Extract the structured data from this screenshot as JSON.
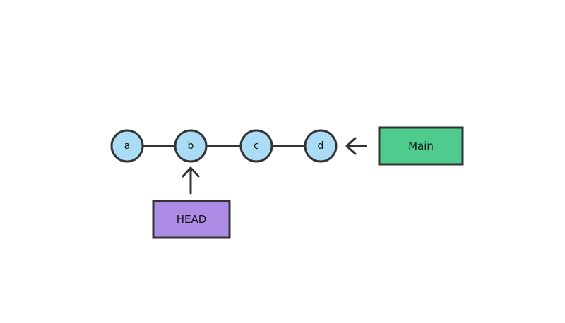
{
  "diagram": {
    "type": "git-commit-graph",
    "nodes": [
      {
        "label": "a"
      },
      {
        "label": "b"
      },
      {
        "label": "c"
      },
      {
        "label": "d"
      }
    ],
    "branch_box": {
      "label": "Main",
      "points_to": "d"
    },
    "head_box": {
      "label": "HEAD",
      "points_to": "b"
    }
  },
  "colors": {
    "background": "#ffffff",
    "node_fill": "#aadcf5",
    "node_stroke": "#333333",
    "edge": "#333333",
    "arrow": "#333333",
    "branch_fill": "#4ecb8d",
    "head_fill": "#ad8ce6",
    "box_stroke": "#333333"
  }
}
